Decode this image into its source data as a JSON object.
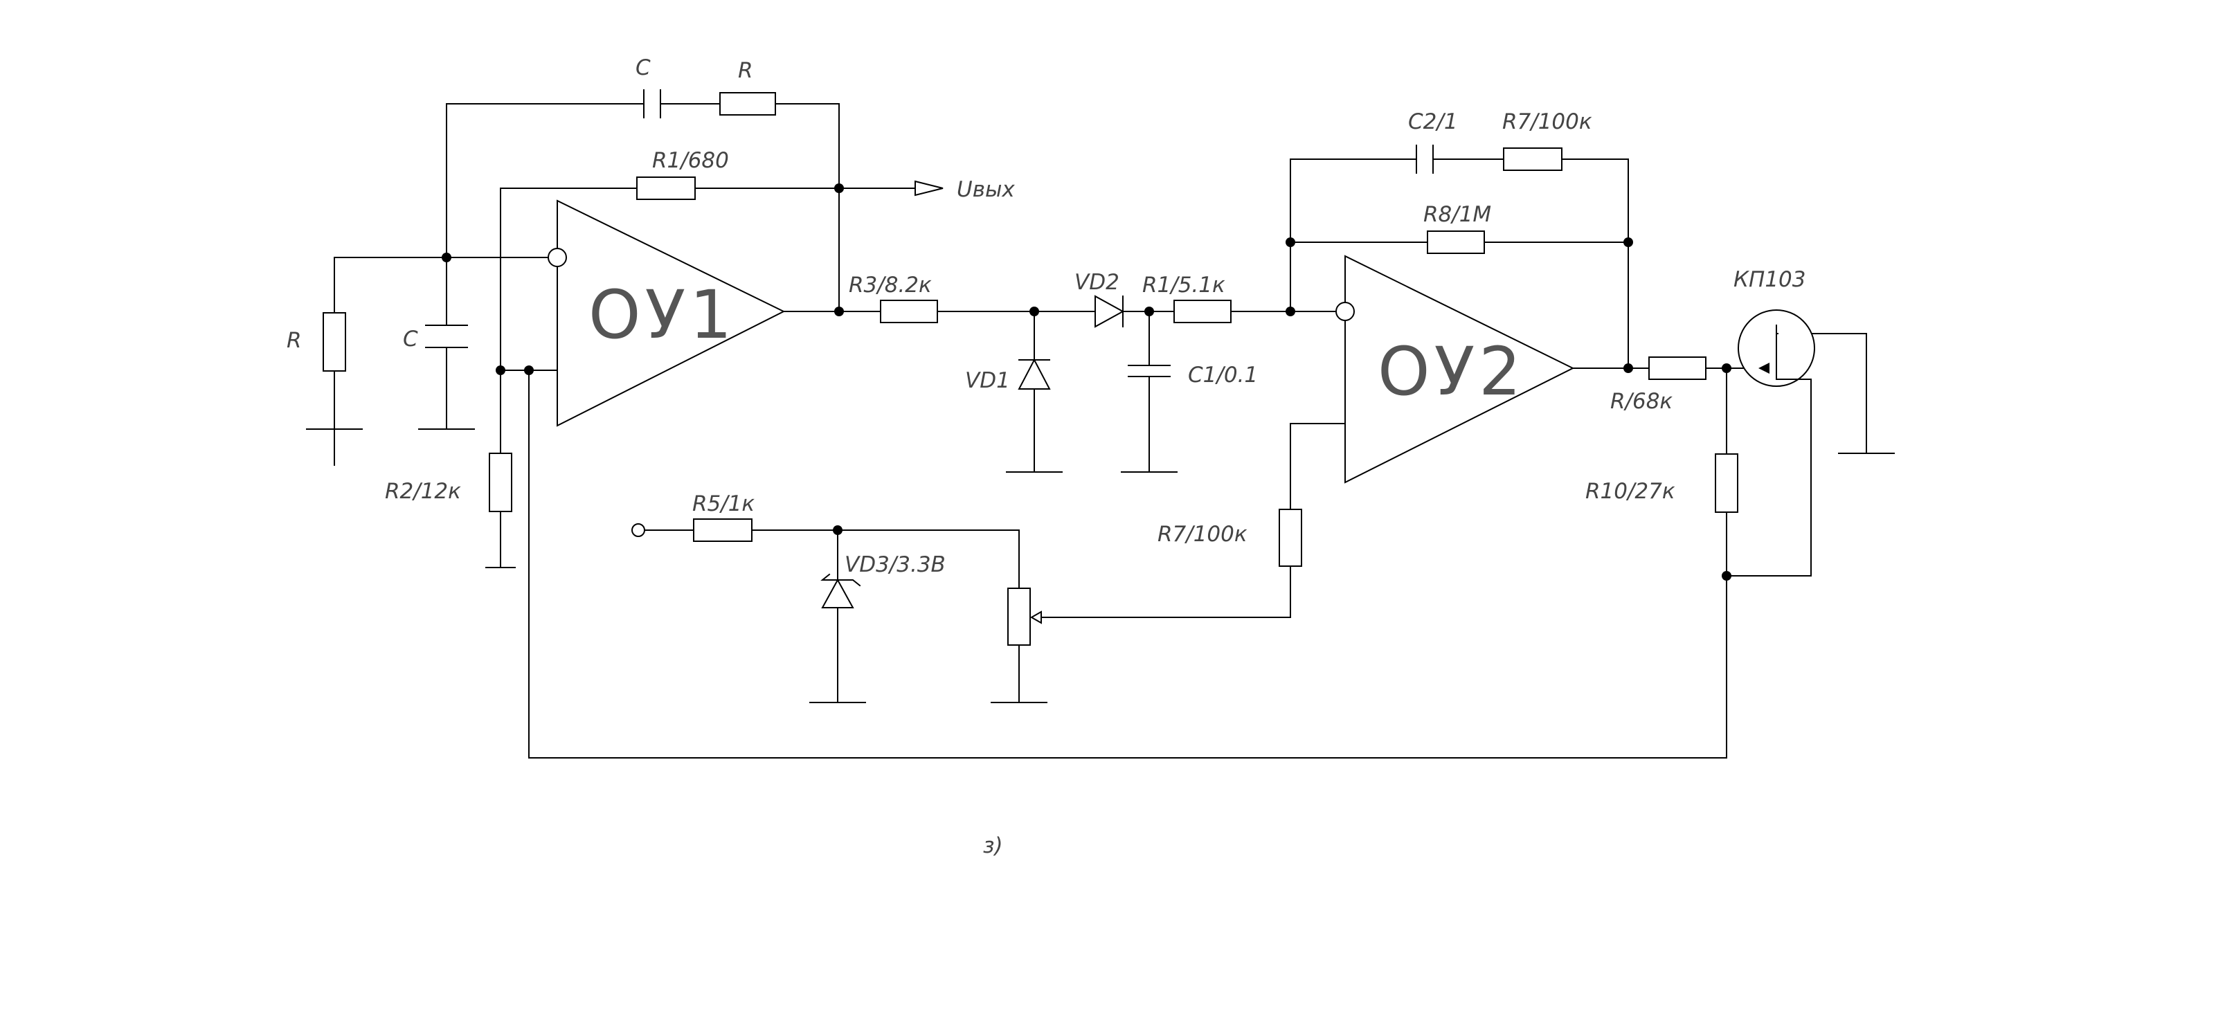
{
  "labels": {
    "c_fb": "C",
    "r_fb": "R",
    "r1_680": "R1/680",
    "uout": "Uвых",
    "r_in": "R",
    "c_in": "C",
    "ou1": "ОУ1",
    "r2": "R2/12к",
    "r3": "R3/8.2к",
    "vd1": "VD1",
    "vd2": "VD2",
    "r1_51": "R1/5.1к",
    "c1": "C1/0.1",
    "c2": "C2/1",
    "r7_top": "R7/100к",
    "r8": "R8/1M",
    "ou2": "ОУ2",
    "r_68": "R/68к",
    "kp": "КП103",
    "r10": "R10/27к",
    "r7_mid": "R7/100к",
    "r5": "R5/1к",
    "vd3": "VD3/3.3B",
    "caption": "з)"
  }
}
